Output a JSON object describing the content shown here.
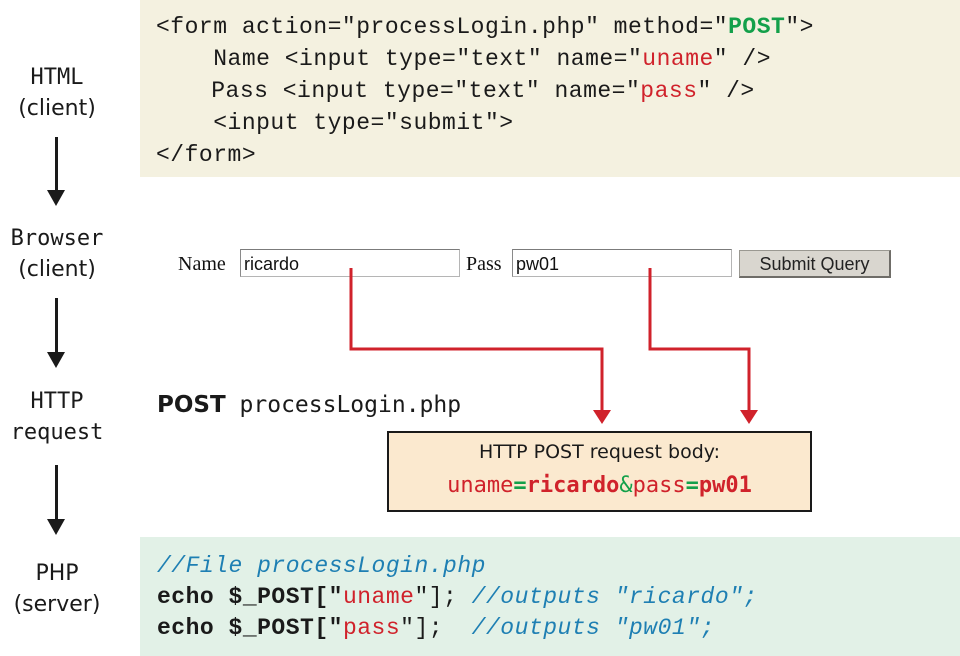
{
  "stages": [
    {
      "line1": "HTML",
      "line2": "(client)"
    },
    {
      "line1": "Browser",
      "line2": "(client)"
    },
    {
      "line1": "HTTP",
      "line2": "request"
    },
    {
      "line1": "PHP",
      "line2": "(server)"
    }
  ],
  "html_code": {
    "line1": {
      "a": "<form action=\"processLogin.php\" method=\"",
      "b": "POST",
      "c": "\">"
    },
    "line2": {
      "a": "    Name <input type=\"text\" name=\"",
      "b": "uname",
      "c": "\" />"
    },
    "line3": {
      "a": "    Pass <input type=\"text\" name=\"",
      "b": "pass",
      "c": "\" />"
    },
    "line4": "    <input type=\"submit\">",
    "line5": "</form>"
  },
  "browser_form": {
    "name_label": "Name",
    "name_value": "ricardo",
    "pass_label": "Pass",
    "pass_value": "pw01",
    "submit_label": "Submit Query"
  },
  "http_request": {
    "method": "POST",
    "target": "processLogin.php",
    "body_title": "HTTP POST request body:",
    "body": {
      "key1": "uname",
      "eq": "=",
      "val1": "ricardo",
      "amp": "&",
      "key2": "pass",
      "val2": "pw01"
    }
  },
  "php_code": {
    "comment": "//File processLogin.php",
    "line2": {
      "a": "echo $_POST[\"",
      "b": "uname",
      "c": "\"];",
      "comment": " //outputs \"ricardo\";"
    },
    "line3": {
      "a": "echo $_POST[\"",
      "b": "pass",
      "c": "\"];",
      "comment": "  //outputs \"pw01\";"
    }
  },
  "colors": {
    "html_panel_bg": "#f4f1e0",
    "php_panel_bg": "#e2f1e7",
    "body_box_bg": "#fbe9cf",
    "accent_red": "#d0222b",
    "accent_green": "#13a04a",
    "comment_blue": "#1e7fb3",
    "connector_red": "#d0222b"
  }
}
